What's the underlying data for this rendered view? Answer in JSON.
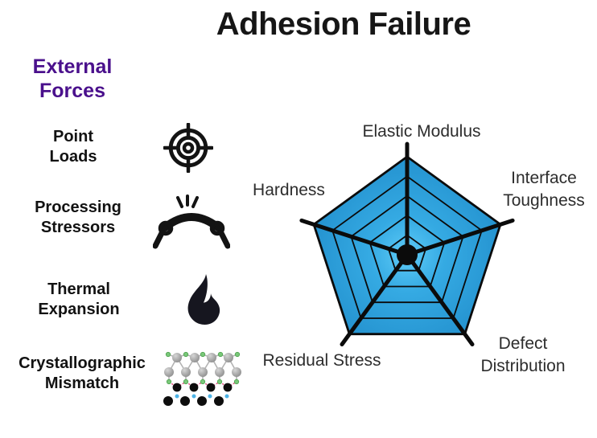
{
  "title": "Adhesion Failure",
  "left_panel": {
    "heading": {
      "line1": "External",
      "line2": "Forces",
      "color": "#4a108c"
    },
    "items": [
      {
        "line1": "Point",
        "line2": "Loads",
        "icon": "target-icon"
      },
      {
        "line1": "Processing",
        "line2": "Stressors",
        "icon": "tension-chain-icon"
      },
      {
        "line1": "Thermal",
        "line2": "Expansion",
        "icon": "flame-icon"
      },
      {
        "line1": "Crystallographic",
        "line2": "Mismatch",
        "icon": "crystal-lattice-icon"
      }
    ]
  },
  "radar": {
    "axis_top": "Elastic Modulus",
    "axis_upper_right_line1": "Interface",
    "axis_upper_right_line2": "Toughness",
    "axis_upper_left": "Hardness",
    "axis_lower_left": "Residual Stress",
    "axis_lower_right_line1": "Defect",
    "axis_lower_right_line2": "Distribution"
  },
  "chart_data": {
    "type": "radar",
    "axes_labels": [
      "Elastic Modulus",
      "Interface Toughness",
      "Defect Distribution",
      "Residual Stress",
      "Hardness"
    ],
    "values": [
      1.0,
      1.0,
      1.0,
      1.0,
      1.0
    ],
    "ring_fractions": [
      0.2,
      0.4,
      0.6,
      0.8,
      1.0
    ],
    "value_range": [
      0,
      1
    ],
    "grid": "pentagon-web",
    "legend": "none",
    "colors": {
      "fill_center": "#5ecbf7",
      "fill_mid": "#35aae3",
      "fill_edge": "#2492cf",
      "outline": "#0b0b0b",
      "spoke": "#0b0b0b",
      "center_dot": "#0b0b0b"
    }
  }
}
